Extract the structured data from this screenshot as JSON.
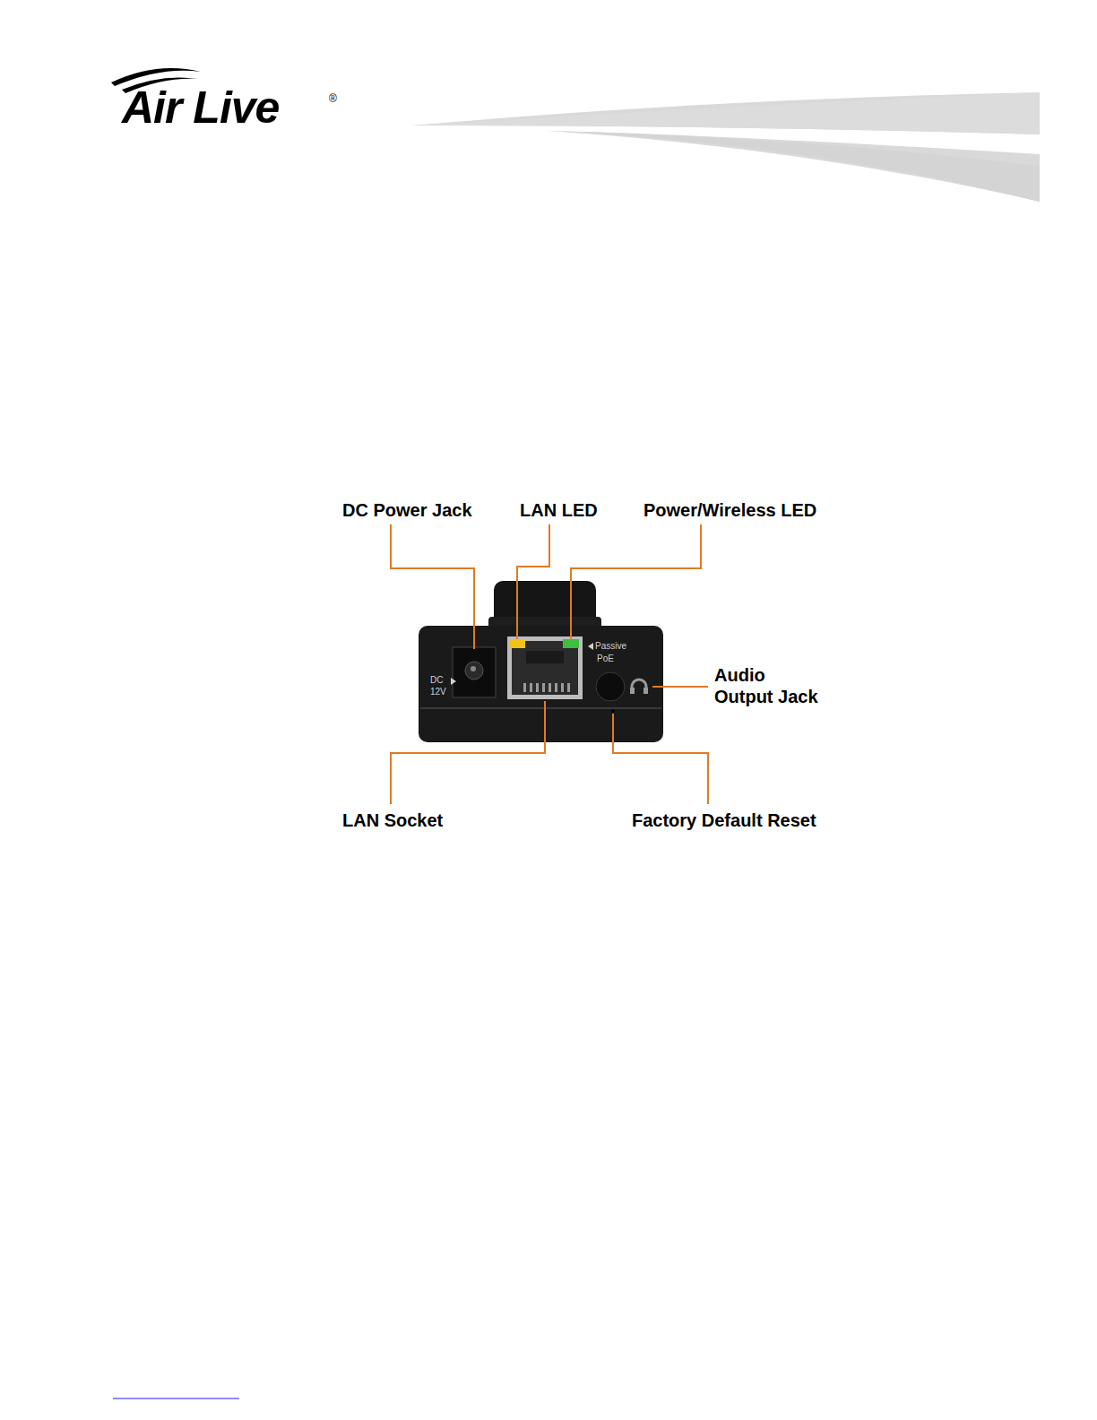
{
  "diagram": {
    "labels": [
      "Air Live",
      "®",
      "DC Power Jack",
      "LAN LED",
      "Power/Wireless LED",
      "Audio Output Jack",
      "LAN Socket",
      "Factory Default Reset",
      "DC",
      "12V",
      "Passive",
      "PoE"
    ]
  }
}
